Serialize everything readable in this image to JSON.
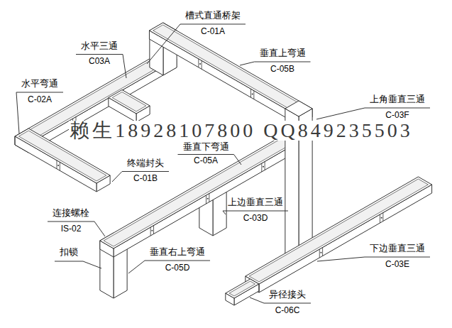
{
  "diagram": {
    "labels": [
      "槽式直通桥架",
      "C-01A",
      "垂直上弯通",
      "C-05B",
      "水平三通",
      "C03A",
      "上角垂直三通",
      "C-03F",
      "水平弯通",
      "C-02A",
      "垂直下弯通",
      "C-05A",
      "终端封头",
      "C-01B",
      "上边垂直三通",
      "C-03D",
      "连接螺栓",
      "IS-02",
      "扣锁",
      "垂直右上弯通",
      "C-05D",
      "下边垂直三通",
      "C-03E",
      "异径接头",
      "C-06C",
      "赖生18928107800 QQ849235503"
    ]
  }
}
